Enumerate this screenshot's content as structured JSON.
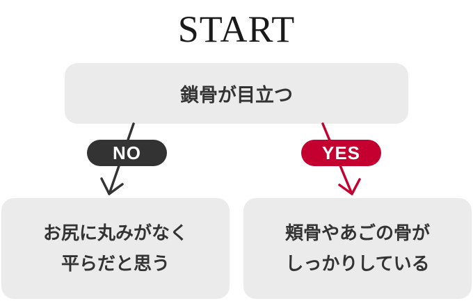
{
  "title": "START",
  "question": "鎖骨が目立つ",
  "branches": {
    "no": {
      "label": "NO",
      "color": "#333333",
      "result_lines": [
        "お尻に丸みがなく",
        "平らだと思う"
      ]
    },
    "yes": {
      "label": "YES",
      "color": "#c3002f",
      "result_lines": [
        "頬骨やあごの骨が",
        "しっかりしている"
      ]
    }
  },
  "colors": {
    "box_background": "#ebebeb",
    "text": "#333333"
  }
}
